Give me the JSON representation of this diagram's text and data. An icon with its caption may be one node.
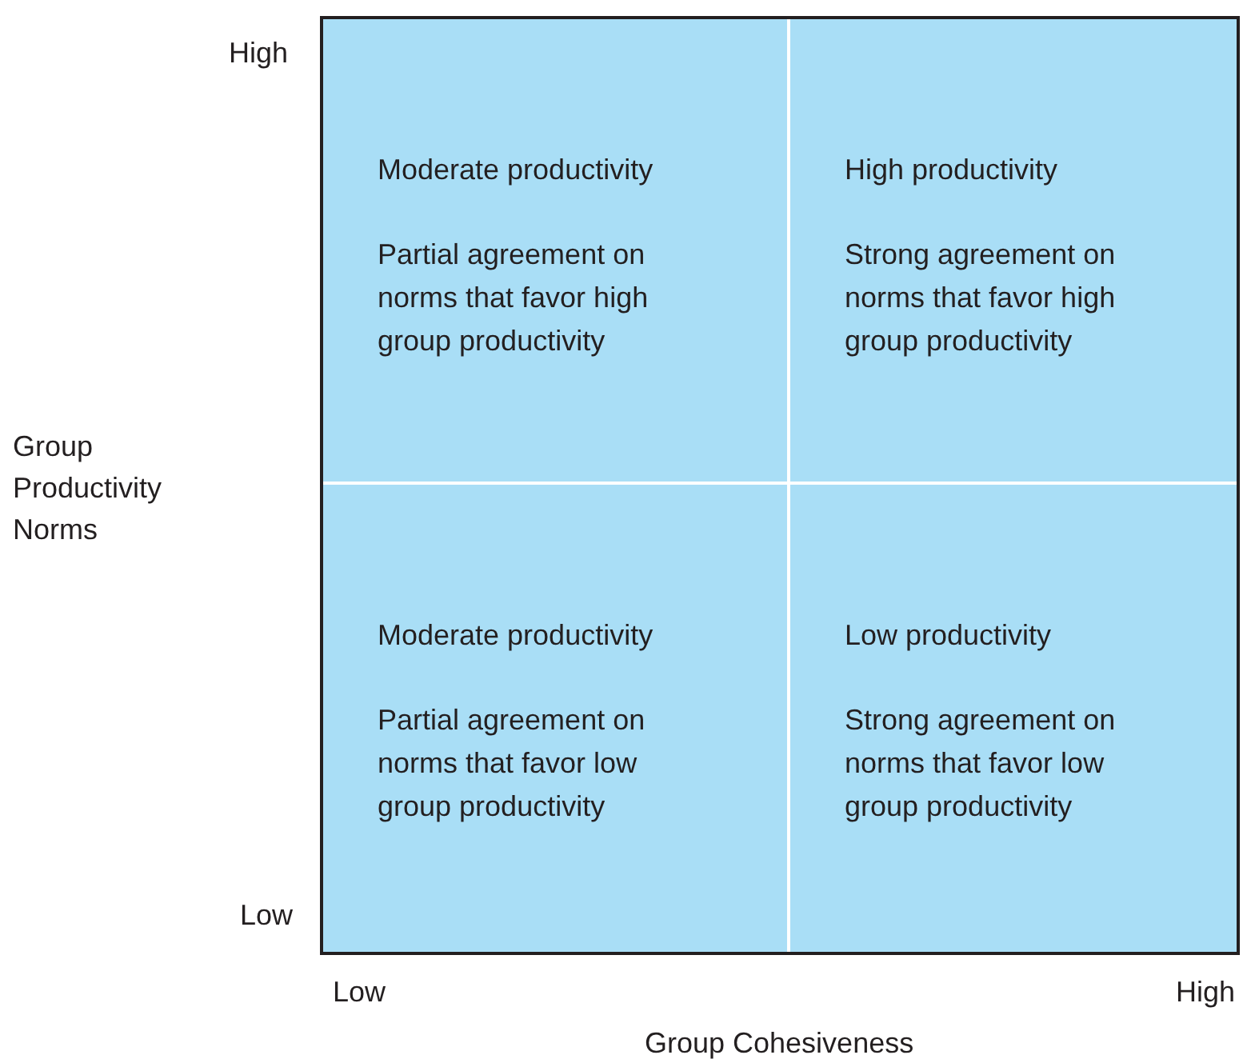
{
  "diagram": {
    "nodes": [
      {
        "text": [
          "Moderate productivity",
          "Partial agreement on norms that favor high group productivity"
        ]
      },
      {
        "text": [
          "High productivity",
          "Strong agreement on norms that favor high group productivity"
        ]
      },
      {
        "text": [
          "Moderate productivity",
          "Partial agreement on norms that favor low group productivity"
        ]
      },
      {
        "text": [
          "Low productivity",
          "Strong agreement on norms that favor low group productivity"
        ]
      }
    ],
    "labels": [
      "High",
      "Group Productivity Norms",
      "Low",
      "Low",
      "High",
      "Group Cohesiveness"
    ]
  }
}
